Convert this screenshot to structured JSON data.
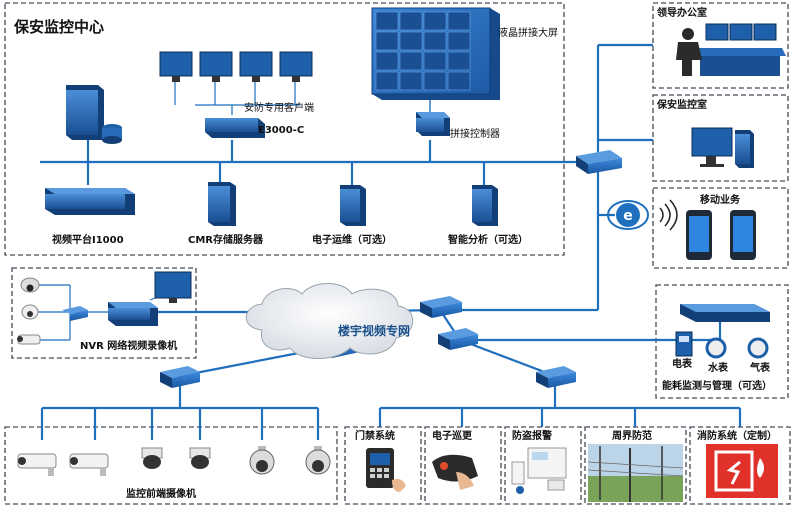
{
  "title": "保安监控中心",
  "labels": {
    "video_wall": "液晶拼接大屏",
    "client": "安防专用客户端",
    "client_model": "E3000-C",
    "splice_controller": "拼接控制器",
    "video_platform": "视频平台I1000",
    "cmr_storage": "CMR存储服务器",
    "ops": "电子运维（可选）",
    "analytics": "智能分析（可选）",
    "leader_office": "领导办公室",
    "security_room": "保安监控室",
    "mobile": "移动业务",
    "nvr": "NVR 网络视频录像机",
    "network": "楼宇视频专网",
    "energy": "能耗监测与管理（可选）",
    "meter_elec": "电表",
    "meter_water": "水表",
    "meter_gas": "气表",
    "front_cameras": "监控前端摄像机",
    "access": "门禁系统",
    "patrol": "电子巡更",
    "alarm": "防盗报警",
    "perimeter": "周界防范",
    "fire": "消防系统（定制）"
  },
  "colors": {
    "line": "#1f6fbf",
    "border": "#444a57",
    "device": "#1d5fa8",
    "device_dark": "#0f3f7a",
    "wall": "#2c73c4",
    "fire_red": "#e0322b"
  }
}
